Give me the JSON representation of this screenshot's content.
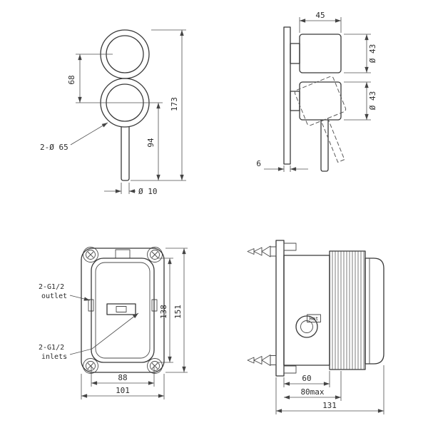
{
  "drawing": {
    "trim_front": {
      "dim_center_spacing": "68",
      "dim_total_height": "173",
      "dim_handle_drop": "94",
      "dim_escutcheon": "2-Ø 65",
      "dim_lever_dia": "Ø 10"
    },
    "trim_side": {
      "dim_depth": "45",
      "dim_top_dia": "Ø 43",
      "dim_bottom_dia": "Ø 43",
      "dim_plate_thickness": "6"
    },
    "valve_front": {
      "outlet_line1": "2-G1/2",
      "outlet_line2": "outlet",
      "inlets_line1": "2-G1/2",
      "inlets_line2": "inlets",
      "dim_inner_height": "138",
      "dim_outer_height": "151",
      "dim_inner_width": "88",
      "dim_outer_width": "101"
    },
    "valve_side": {
      "hot_label": "Hot",
      "dim_body_depth": "60",
      "dim_max_depth": "80max",
      "dim_total_depth": "131"
    }
  }
}
